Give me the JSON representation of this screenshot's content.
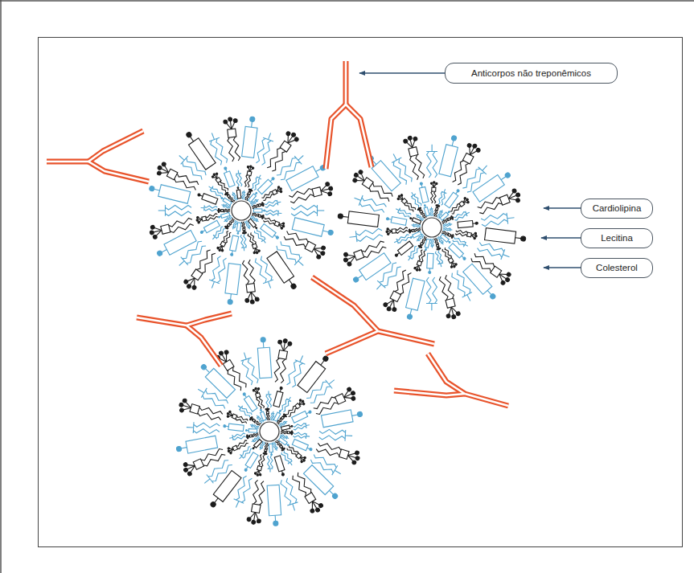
{
  "diagram": {
    "nodes": [
      {
        "text": [
          "Anticorpos não treponêmicos"
        ]
      },
      {
        "text": [
          "Cardiolipina"
        ]
      },
      {
        "text": [
          "Lecitina"
        ]
      },
      {
        "text": [
          "Colesterol"
        ]
      }
    ]
  }
}
